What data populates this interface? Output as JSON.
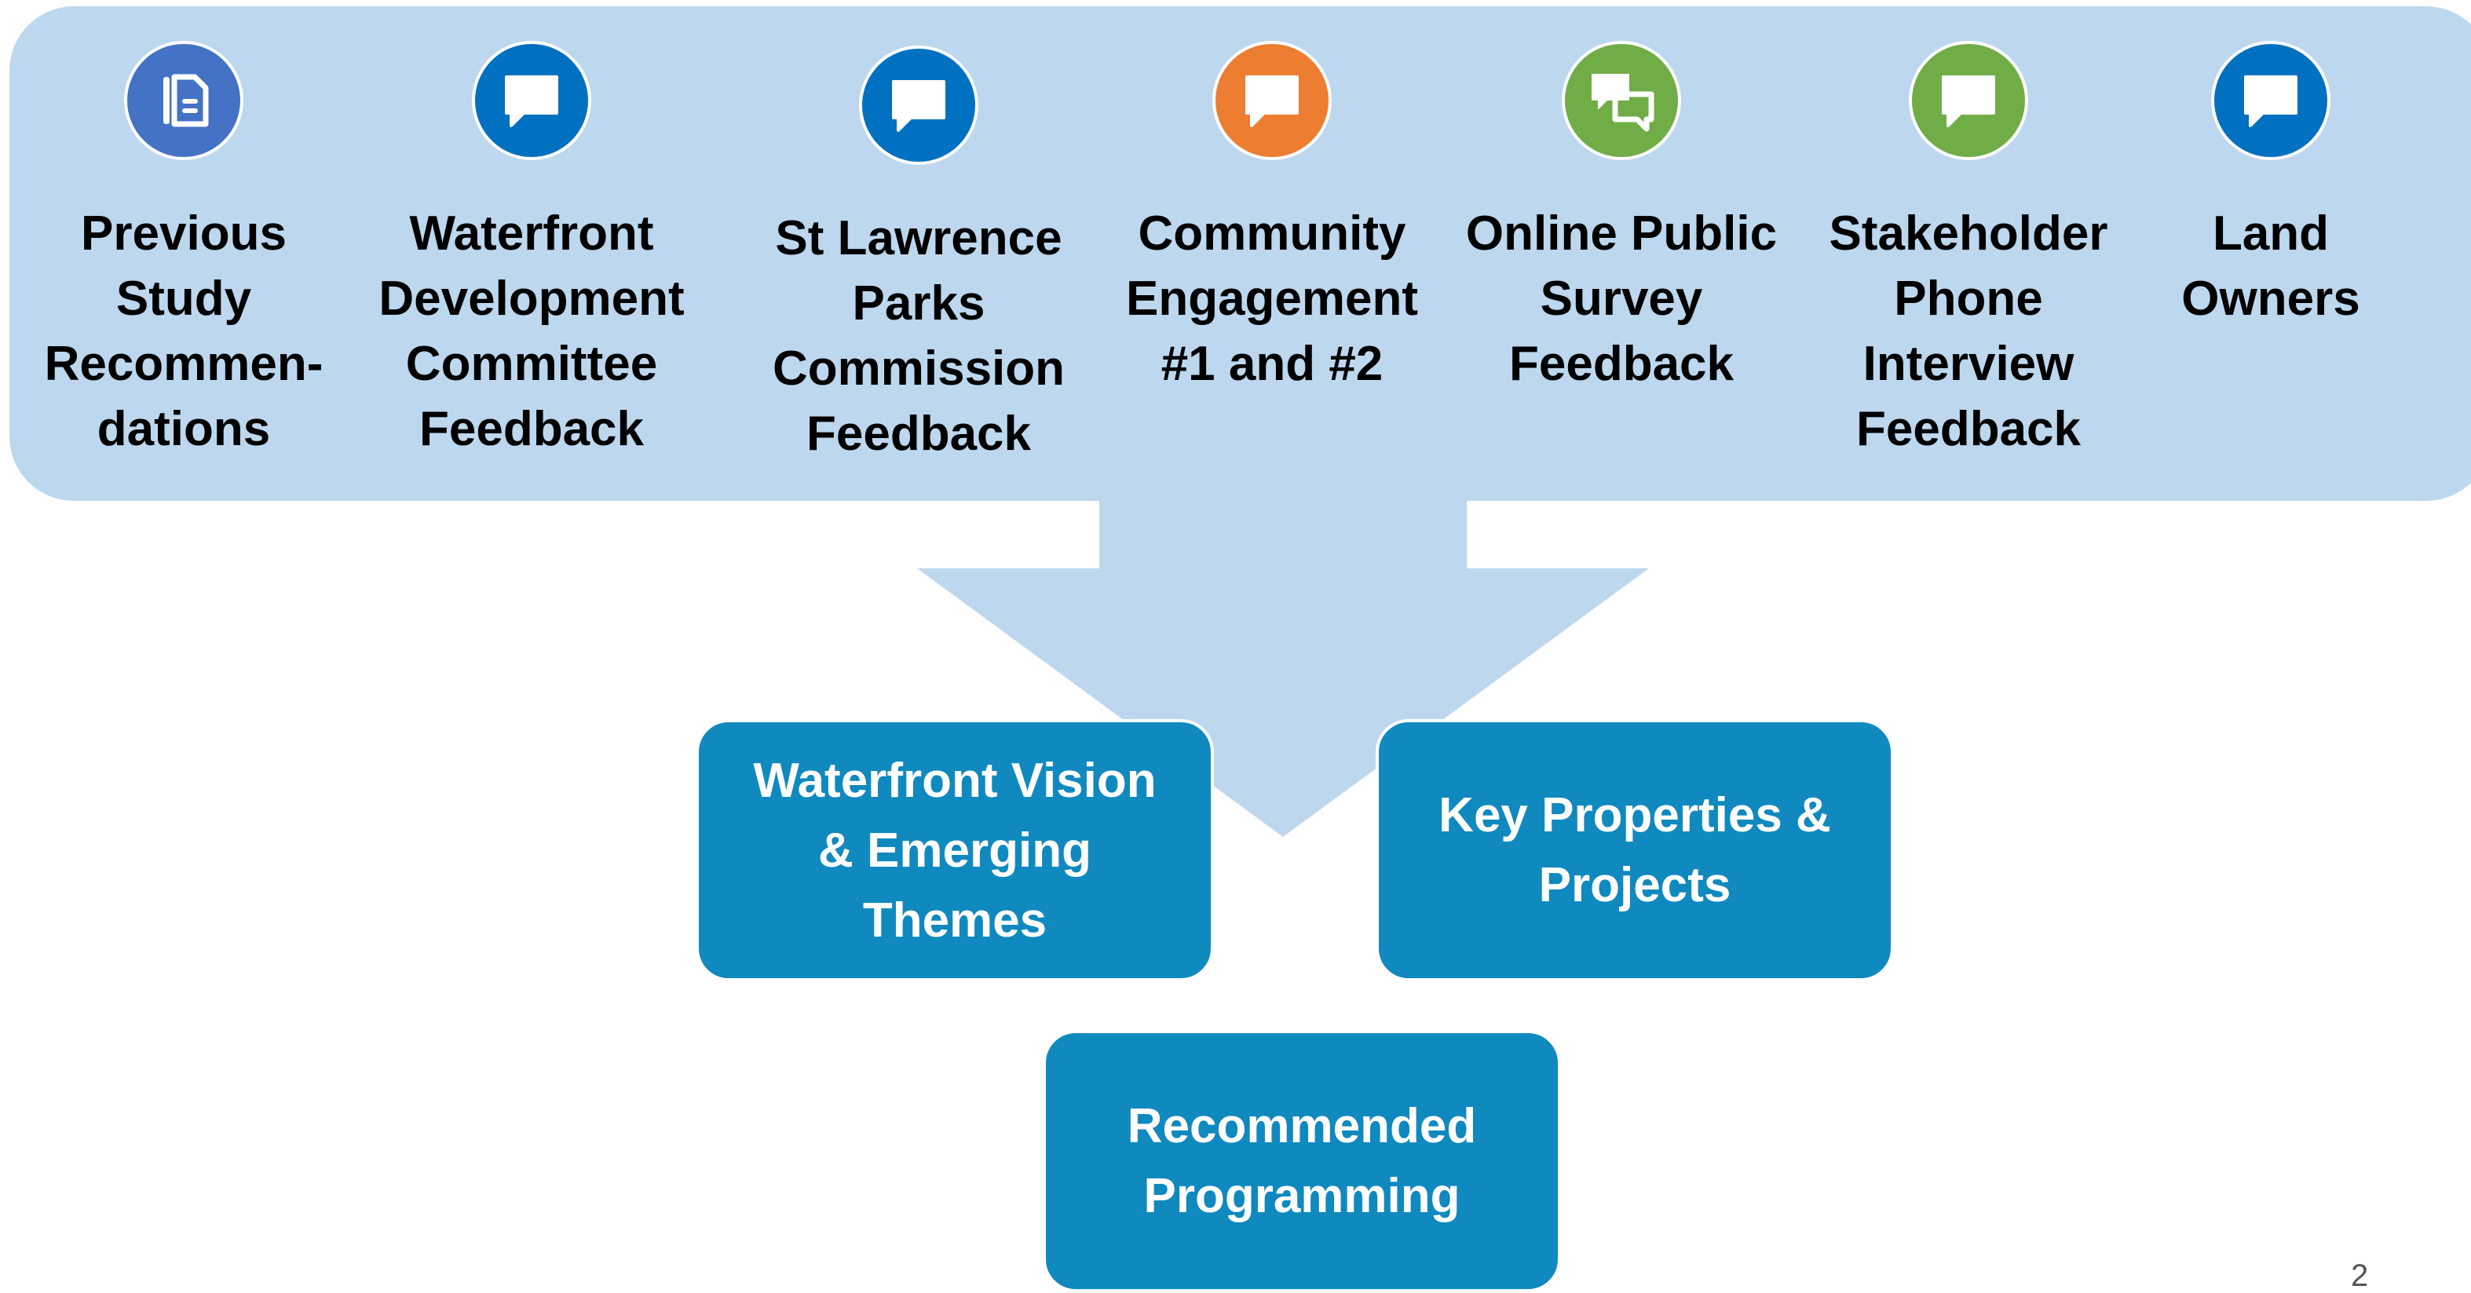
{
  "colors": {
    "banner_fill": "#bdd7ee",
    "arrow_fill": "#bdd7ee",
    "box_fill": "#1089bf",
    "box_text": "#ffffff",
    "source_text": "#000000"
  },
  "sources": [
    {
      "label": "Previous Study Recommen-dations",
      "icon": "document-icon",
      "icon_color": "#4472c4"
    },
    {
      "label": "Waterfront Development Committee Feedback",
      "icon": "speech-bubble-icon",
      "icon_color": "#0070c0"
    },
    {
      "label": "St Lawrence Parks Commission Feedback",
      "icon": "speech-bubble-icon",
      "icon_color": "#0070c0"
    },
    {
      "label": "Community Engagement #1 and #2",
      "icon": "speech-bubble-icon",
      "icon_color": "#ed7d31"
    },
    {
      "label": "Online Public Survey Feedback",
      "icon": "conversation-bubbles-icon",
      "icon_color": "#70ad47"
    },
    {
      "label": "Stakeholder Phone Interview Feedback",
      "icon": "speech-bubble-icon",
      "icon_color": "#70ad47"
    },
    {
      "label": "Land Owners",
      "icon": "speech-bubble-icon",
      "icon_color": "#0070c0"
    }
  ],
  "outputs": {
    "vision": "Waterfront Vision & Emerging Themes",
    "properties": "Key Properties & Projects",
    "programming": "Recommended Programming"
  },
  "page_number": "2"
}
